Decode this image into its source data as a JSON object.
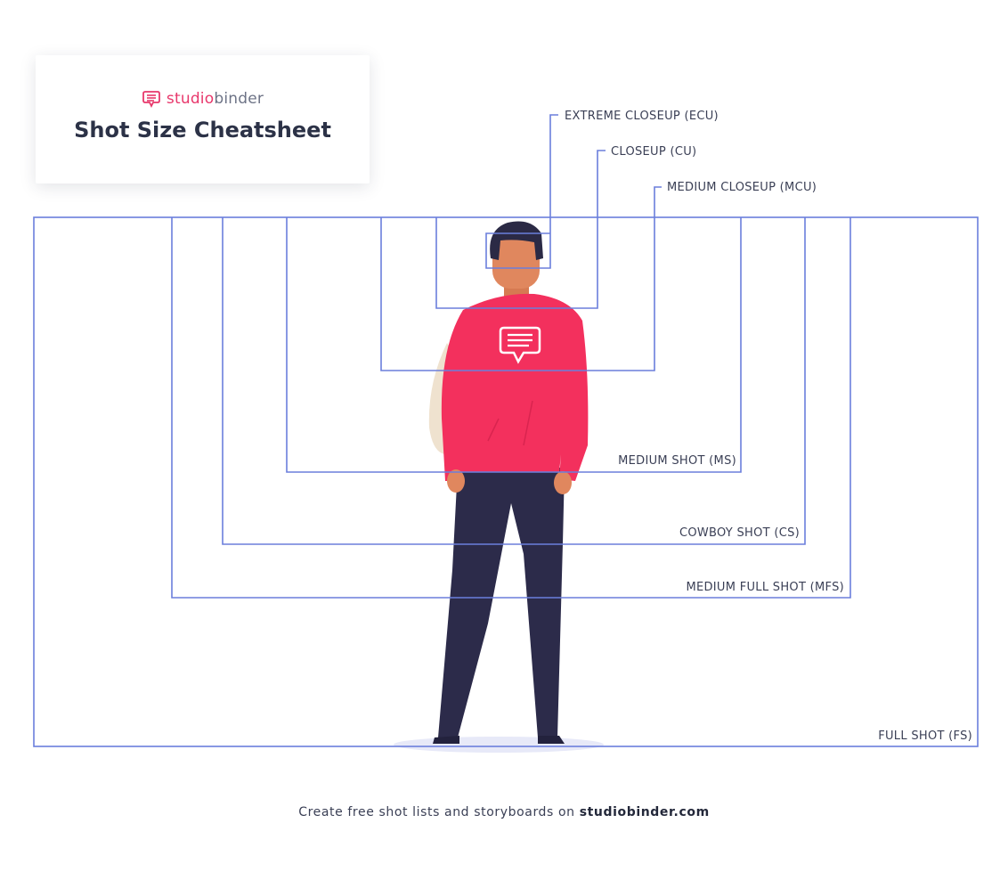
{
  "header": {
    "logo_studio": "studio",
    "logo_binder": "binder",
    "title": "Shot Size Cheatsheet"
  },
  "shots": {
    "ecu": "EXTREME CLOSEUP (ECU)",
    "cu": "CLOSEUP (CU)",
    "mcu": "MEDIUM CLOSEUP (MCU)",
    "ms": "MEDIUM SHOT (MS)",
    "cs": "COWBOY SHOT (CS)",
    "mfs": "MEDIUM FULL SHOT (MFS)",
    "fs": "FULL SHOT (FS)"
  },
  "footer": {
    "text": "Create free shot lists and storyboards on",
    "link": "studiobinder.com"
  },
  "colors": {
    "frame_line": "#6b7fdc",
    "shirt": "#f3305d",
    "pants": "#2c2b4a",
    "skin": "#e0875e",
    "hair": "#2b2a45",
    "bag": "#efe2cf",
    "brand": "#e8376b"
  }
}
